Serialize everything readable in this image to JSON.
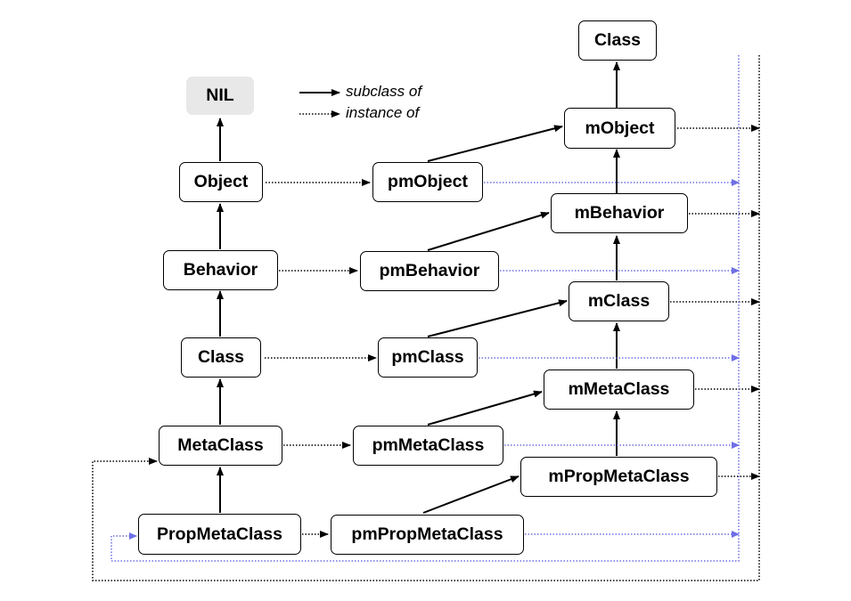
{
  "legend": {
    "subclass_label": "subclass of",
    "instance_label": "instance of"
  },
  "colors": {
    "subclass": "#000000",
    "instance": "#000000",
    "instance_meta": "#6f6fe6",
    "nil_fill": "#e8e8e8"
  },
  "nodes": {
    "nil": "NIL",
    "object": "Object",
    "behavior": "Behavior",
    "class": "Class",
    "metaclass": "MetaClass",
    "propmetaclass": "PropMetaClass",
    "pmobject": "pmObject",
    "pmbehavior": "pmBehavior",
    "pmclass": "pmClass",
    "pmmetaclass": "pmMetaClass",
    "pmpropmetaclass": "pmPropMetaClass",
    "top_class": "Class",
    "mobject": "mObject",
    "mbehavior": "mBehavior",
    "mclass": "mClass",
    "mmetaclass": "mMetaClass",
    "mpropmetaclass": "mPropMetaClass"
  }
}
